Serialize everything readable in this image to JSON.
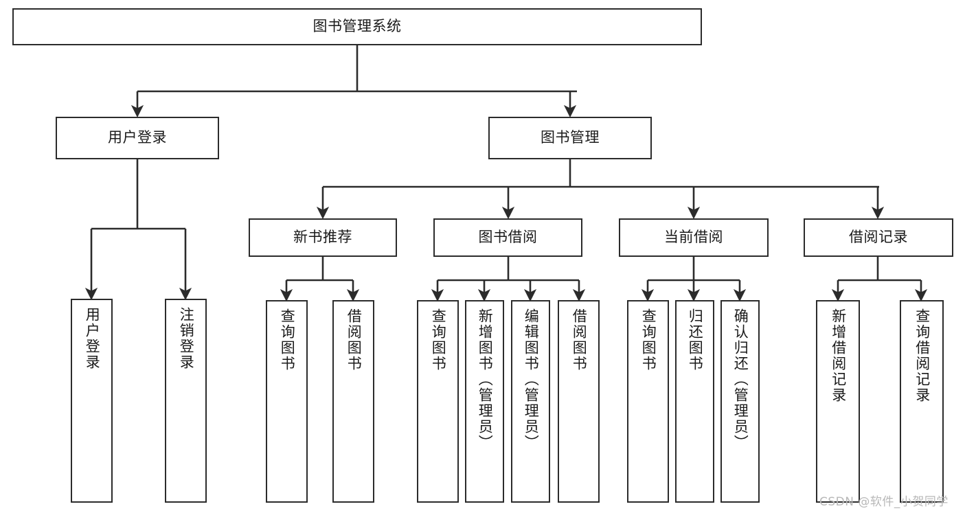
{
  "diagram": {
    "title": "图书管理系统",
    "watermark": "CSDN @软件_小贺同学",
    "colors": {
      "stroke": "#2b2b2b",
      "fill": "#ffffff",
      "watermark": "#b8b8b8"
    },
    "nodes": {
      "root": {
        "label": "图书管理系统"
      },
      "level2": [
        {
          "label": "用户登录"
        },
        {
          "label": "图书管理"
        }
      ],
      "level3": [
        {
          "label": "新书推荐"
        },
        {
          "label": "图书借阅"
        },
        {
          "label": "当前借阅"
        },
        {
          "label": "借阅记录"
        }
      ],
      "leaves": {
        "user_login": [
          {
            "label": "用户登录"
          },
          {
            "label": "注销登录"
          }
        ],
        "new_book": [
          {
            "label": "查询图书"
          },
          {
            "label": "借阅图书"
          }
        ],
        "borrow_book": [
          {
            "label": "查询图书"
          },
          {
            "label": "新增图书（管理员）"
          },
          {
            "label": "编辑图书（管理员）"
          },
          {
            "label": "借阅图书"
          }
        ],
        "current_borrow": [
          {
            "label": "查询图书"
          },
          {
            "label": "归还图书"
          },
          {
            "label": "确认归还（管理员）"
          }
        ],
        "borrow_record": [
          {
            "label": "新增借阅记录"
          },
          {
            "label": "查询借阅记录"
          }
        ]
      }
    }
  }
}
